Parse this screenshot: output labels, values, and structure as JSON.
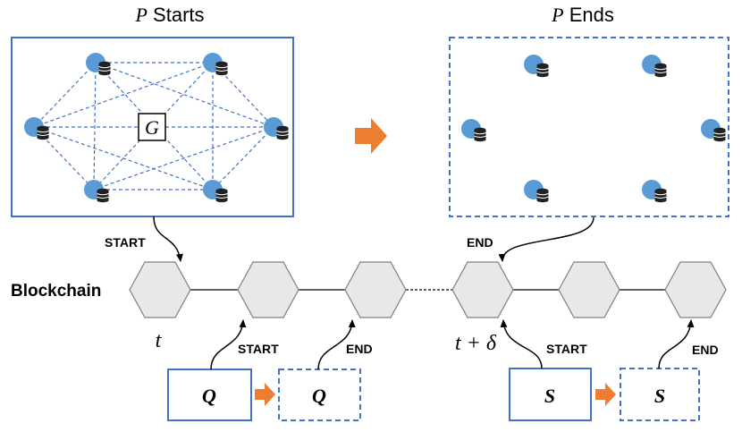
{
  "title_left": {
    "var": "P",
    "text": "Starts"
  },
  "title_right": {
    "var": "P",
    "text": "Ends"
  },
  "graph_label": "G",
  "blockchain_label": "Blockchain",
  "time_t": "t",
  "time_t_delta": "t + δ",
  "labels": {
    "start_p": "START",
    "end_p": "END",
    "start_q": "START",
    "end_q": "END",
    "start_s": "START",
    "end_s": "END"
  },
  "boxes": {
    "q_start": "Q",
    "q_end": "Q",
    "s_start": "S",
    "s_end": "S"
  },
  "colors": {
    "blue": "#4472c4",
    "node_blue": "#5b9bd5",
    "orange": "#ed7d31",
    "hex_fill": "#e8e8e8",
    "hex_stroke": "#7f7f7f"
  },
  "icons": {
    "node": "node-with-database-icon",
    "arrow": "orange-right-arrow-icon"
  }
}
